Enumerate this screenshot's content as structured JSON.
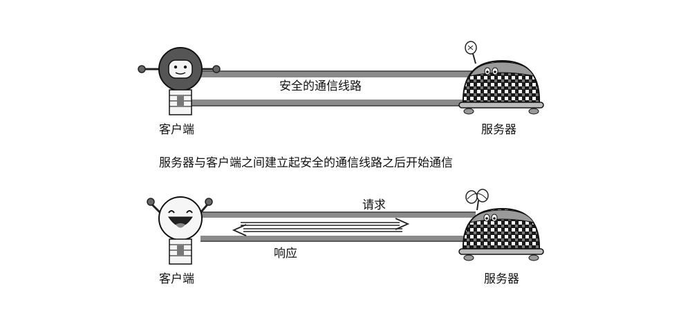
{
  "top": {
    "tunnel_label": "安全的通信线路",
    "client_label": "客户端",
    "server_label": "服务器"
  },
  "caption": "服务器与客户端之间建立起安全的通信线路之后开始通信",
  "bottom": {
    "request_label": "请求",
    "response_label": "响应",
    "client_label": "客户端",
    "server_label": "服务器"
  }
}
